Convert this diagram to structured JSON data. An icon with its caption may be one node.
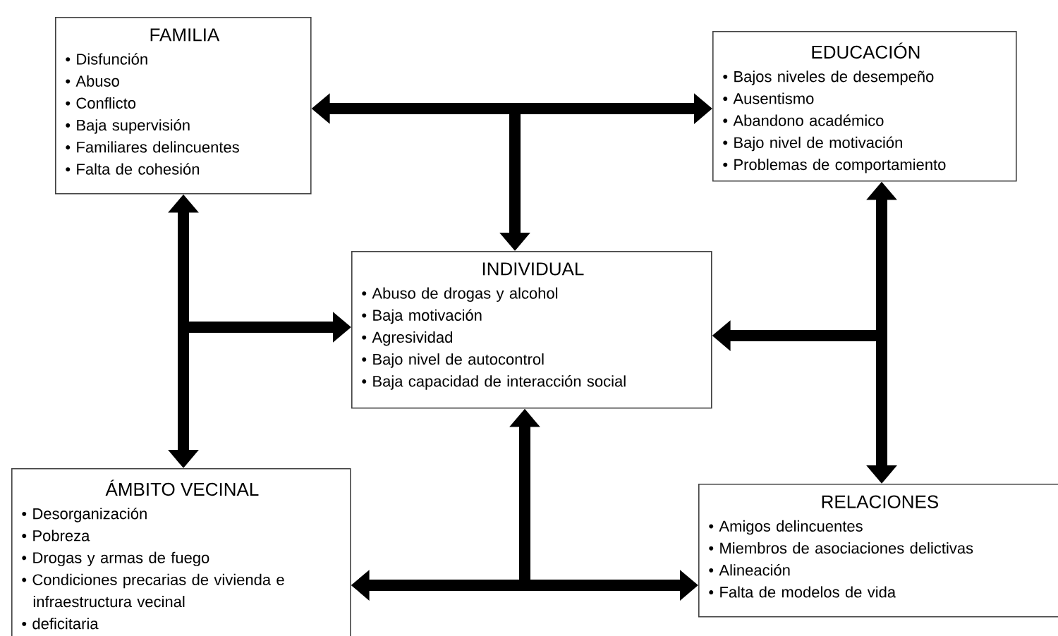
{
  "diagram": {
    "nodes": [
      {
        "text": [
          "FAMILIA",
          "• Disfunción",
          "• Abuso",
          "• Conflicto",
          "• Baja supervisión",
          "• Familiares delincuentes",
          "• Falta de cohesión"
        ]
      },
      {
        "text": [
          "EDUCACIÓN",
          "• Bajos niveles de desempeño",
          "• Ausentismo",
          "• Abandono académico",
          "• Bajo nivel de motivación",
          "• Problemas de comportamiento"
        ]
      },
      {
        "text": [
          "INDIVIDUAL",
          "• Abuso de drogas y alcohol",
          "• Baja motivación",
          "• Agresividad",
          "• Bajo nivel de autocontrol",
          "• Baja capacidad de interacción social"
        ]
      },
      {
        "text": [
          "ÁMBITO VECINAL",
          "• Desorganización",
          "• Pobreza",
          "• Drogas y armas de fuego",
          "• Condiciones precarias de vivienda e infraestructura vecinal",
          "• deficitaria"
        ]
      },
      {
        "text": [
          "RELACIONES",
          "• Amigos delincuentes",
          "• Miembros de asociaciones delictivas",
          "• Alineación",
          "• Falta de modelos de vida"
        ]
      }
    ],
    "edges": [
      {
        "from": 0,
        "to": 1,
        "arrow": "both"
      },
      {
        "from": null,
        "to": 2,
        "arrow": "to"
      },
      {
        "from": 0,
        "to": 3,
        "arrow": "both"
      },
      {
        "from": null,
        "to": 2,
        "arrow": "to"
      },
      {
        "from": 1,
        "to": 4,
        "arrow": "both"
      },
      {
        "from": null,
        "to": 2,
        "arrow": "to"
      },
      {
        "from": 3,
        "to": 4,
        "arrow": "both"
      },
      {
        "from": null,
        "to": 2,
        "arrow": "to"
      }
    ]
  }
}
